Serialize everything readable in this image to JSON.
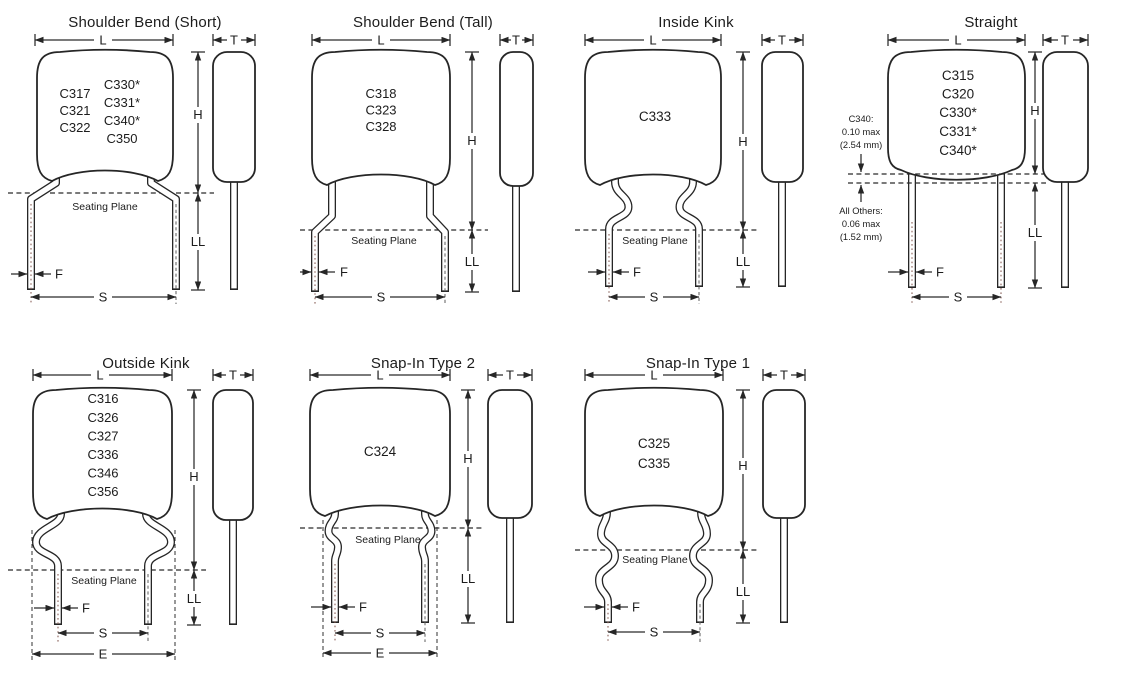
{
  "colors": {
    "ink": "#262626",
    "background": "#ffffff",
    "lead_centerline_dots": "#8a625a"
  },
  "labels": {
    "seating_plane": "Seating Plane"
  },
  "dims": {
    "L": "L",
    "T": "T",
    "H": "H",
    "LL": "LL",
    "F": "F",
    "S": "S",
    "E": "E"
  },
  "panels": {
    "shoulder_bend_short": {
      "title": "Shoulder Bend (Short)",
      "parts_left": [
        "C317",
        "C321",
        "C322"
      ],
      "parts_right": [
        "C330*",
        "C331*",
        "C340*",
        "C350"
      ]
    },
    "shoulder_bend_tall": {
      "title": "Shoulder Bend (Tall)",
      "parts": [
        "C318",
        "C323",
        "C328"
      ]
    },
    "inside_kink": {
      "title": "Inside Kink",
      "parts": [
        "C333"
      ]
    },
    "straight": {
      "title": "Straight",
      "parts": [
        "C315",
        "C320",
        "C330*",
        "C331*",
        "C340*"
      ],
      "note_c340": [
        "C340:",
        "0.10 max",
        "(2.54 mm)"
      ],
      "note_others": [
        "All Others:",
        "0.06 max",
        "(1.52 mm)"
      ]
    },
    "outside_kink": {
      "title": "Outside Kink",
      "parts": [
        "C316",
        "C326",
        "C327",
        "C336",
        "C346",
        "C356"
      ]
    },
    "snap_in_type_2": {
      "title": "Snap-In Type 2",
      "parts": [
        "C324"
      ]
    },
    "snap_in_type_1": {
      "title": "Snap-In Type 1",
      "parts": [
        "C325",
        "C335"
      ]
    }
  }
}
